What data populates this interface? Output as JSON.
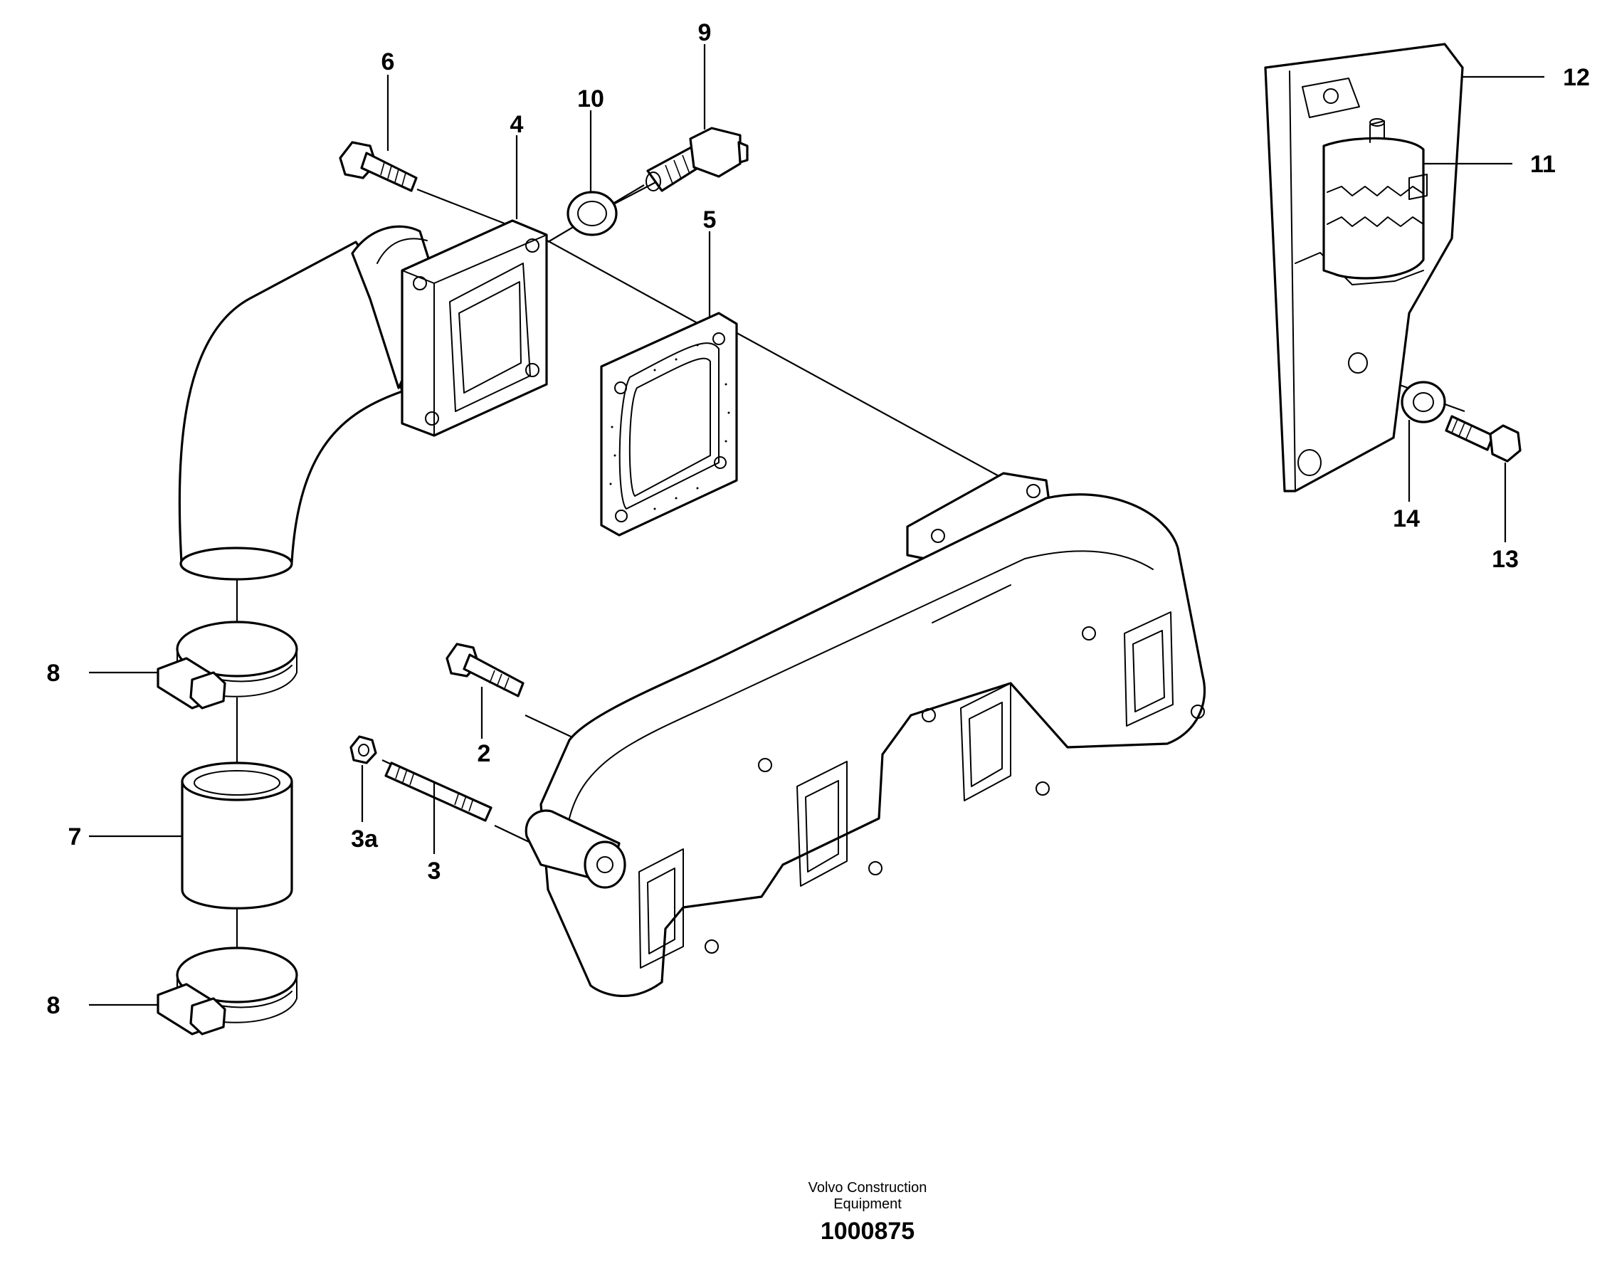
{
  "callouts": {
    "c2": "2",
    "c3": "3",
    "c3a": "3a",
    "c4": "4",
    "c5": "5",
    "c6": "6",
    "c7": "7",
    "c8_top": "8",
    "c8_bottom": "8",
    "c9": "9",
    "c10": "10",
    "c11": "11",
    "c12": "12",
    "c13": "13",
    "c14": "14"
  },
  "footer": {
    "company": "Volvo Construction Equipment",
    "drawing_number": "1000875"
  },
  "colors": {
    "line": "#000000",
    "background": "#ffffff"
  }
}
